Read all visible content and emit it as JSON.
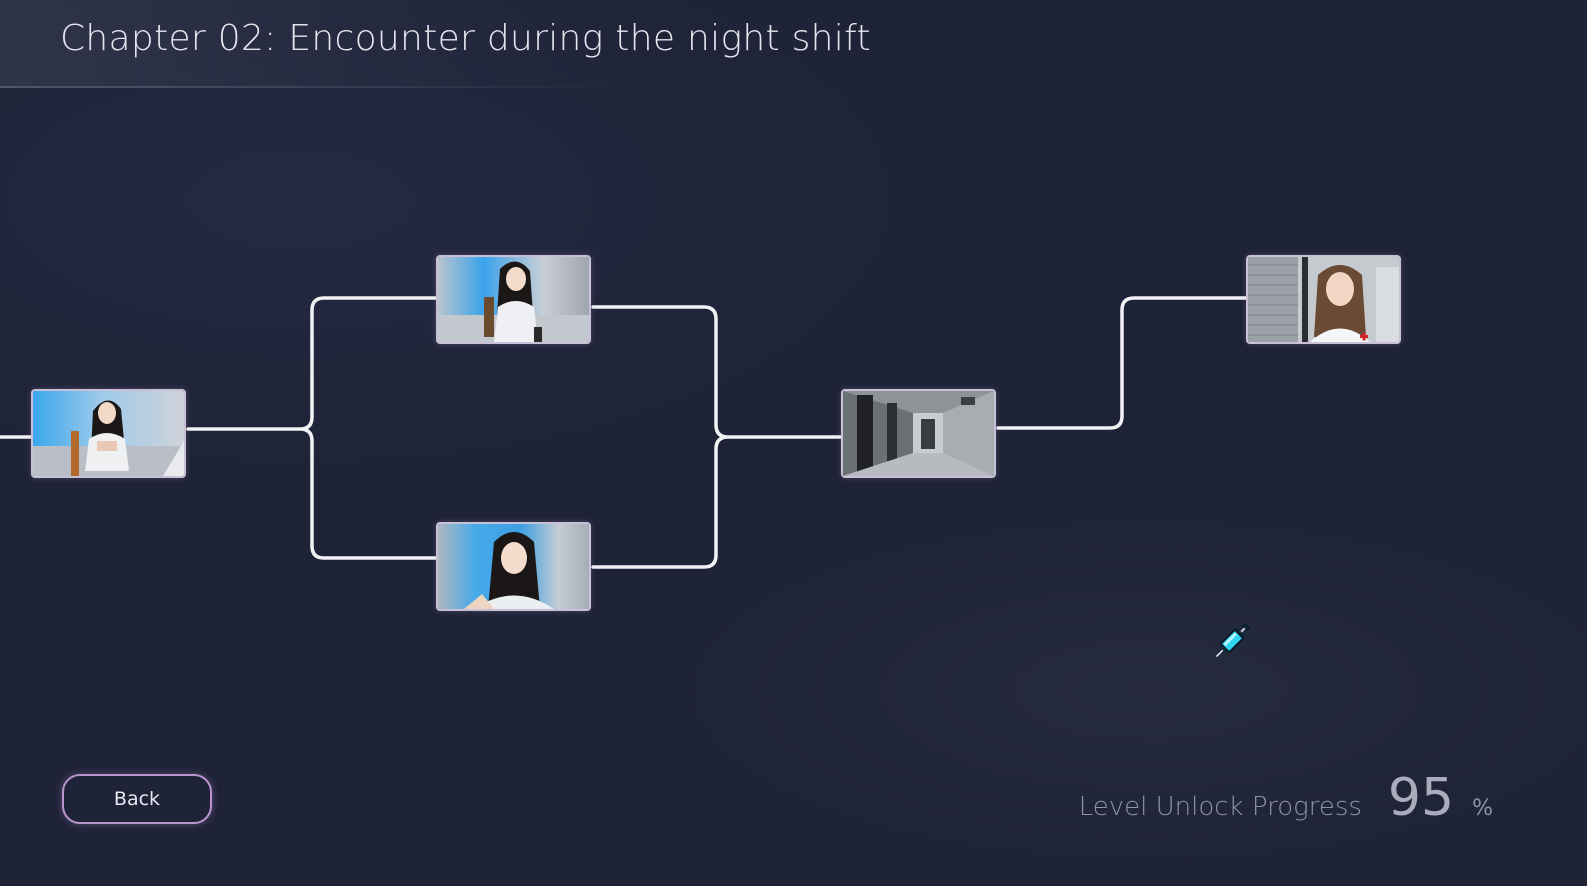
{
  "header": {
    "title": "Chapter 02: Encounter during the night shift"
  },
  "scenes": [
    {
      "id": "scene-1",
      "depicts": "woman-seated-chair"
    },
    {
      "id": "scene-2a",
      "depicts": "woman-seated-top"
    },
    {
      "id": "scene-2b",
      "depicts": "woman-closeup-bottom"
    },
    {
      "id": "scene-3",
      "depicts": "hospital-corridor"
    },
    {
      "id": "scene-4",
      "depicts": "nurse-portrait"
    }
  ],
  "footer": {
    "back_label": "Back",
    "progress_label": "Level Unlock Progress",
    "progress_value": "95",
    "progress_unit": "%",
    "progress_fraction": 0.95
  },
  "colors": {
    "background": "#1f2337",
    "line": "#f2f2f5",
    "node_border": "#c9bfd6",
    "button_border": "#b996cf",
    "cursor_accent": "#2fd4f0"
  },
  "cursor_icon": "syringe-icon"
}
